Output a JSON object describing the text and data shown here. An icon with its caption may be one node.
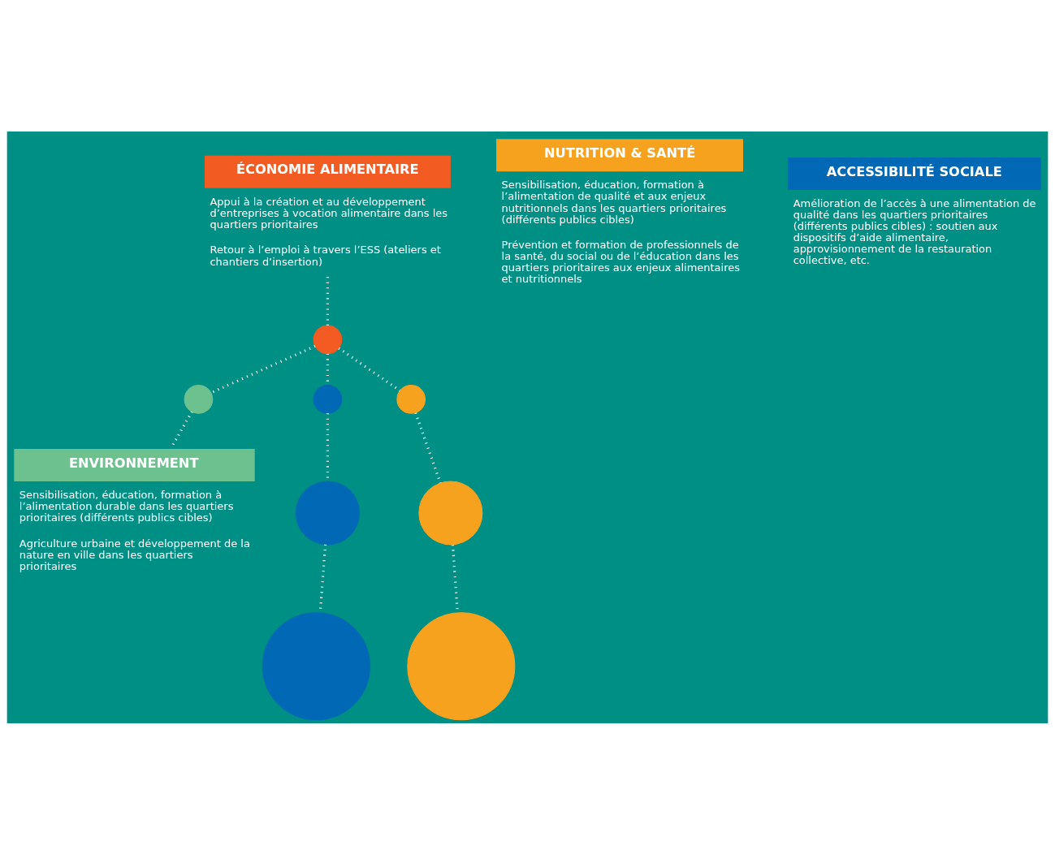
{
  "diagram": {
    "nodes": [
      {
        "text": [
          "ÉCONOMIE ALIMENTAIRE"
        ],
        "beside": [
          "Appui à la création et au développement d’entreprises à vocation alimentaire dans les quartiers prioritaires",
          "Retour à l’emploi à travers l’ESS (ateliers et chantiers d’insertion)"
        ]
      },
      {
        "text": [],
        "shape": "circle"
      },
      {
        "text": [],
        "shape": "circle"
      },
      {
        "text": [],
        "shape": "circle"
      },
      {
        "text": [],
        "shape": "circle"
      },
      {
        "text": [],
        "shape": "circle"
      },
      {
        "text": [],
        "shape": "circle"
      },
      {
        "text": [],
        "shape": "circle"
      },
      {
        "text": [],
        "shape": "circle"
      },
      {
        "text": [
          "ENVIRONNEMENT"
        ],
        "beside": [
          "Sensibilisation, éducation, formation à l’alimentation durable dans les quartiers prioritaires (différents publics cibles)",
          "Agriculture urbaine et développement de la nature en ville dans les quartiers prioritaires"
        ]
      },
      {
        "text": [
          "NUTRITION & SANTÉ"
        ],
        "beside": [
          "Sensibilisation, éducation, formation à l’alimentation de qualité et aux enjeux nutritionnels dans les quartiers prioritaires (différents publics cibles)",
          "Prévention et formation de professionnels de la santé, du social ou de l’éducation dans les quartiers prioritaires aux enjeux alimentaires et nutritionnels"
        ]
      },
      {
        "text": [
          "ACCESSIBILITÉ SOCIALE"
        ],
        "beside": [
          "Amélioration de l’accès à une alimentation de qualité dans les quartiers prioritaires (différents publics cibles) : soutien aux dispositifs d’aide alimentaire, approvisionnement de la restauration collective, etc."
        ]
      }
    ],
    "edges": [
      {
        "from": 0,
        "to": 1,
        "arrow": "none"
      },
      {
        "from": 1,
        "to": 2,
        "arrow": "none"
      },
      {
        "from": 1,
        "to": 3,
        "arrow": "none"
      },
      {
        "from": 1,
        "to": 4,
        "arrow": "none"
      },
      {
        "from": 4,
        "to": 5,
        "arrow": "none"
      },
      {
        "from": 5,
        "to": 6,
        "arrow": "none"
      },
      {
        "from": 3,
        "to": 7,
        "arrow": "none"
      },
      {
        "from": 7,
        "to": 8,
        "arrow": "none"
      },
      {
        "from": 2,
        "to": 9,
        "arrow": "none"
      }
    ]
  }
}
